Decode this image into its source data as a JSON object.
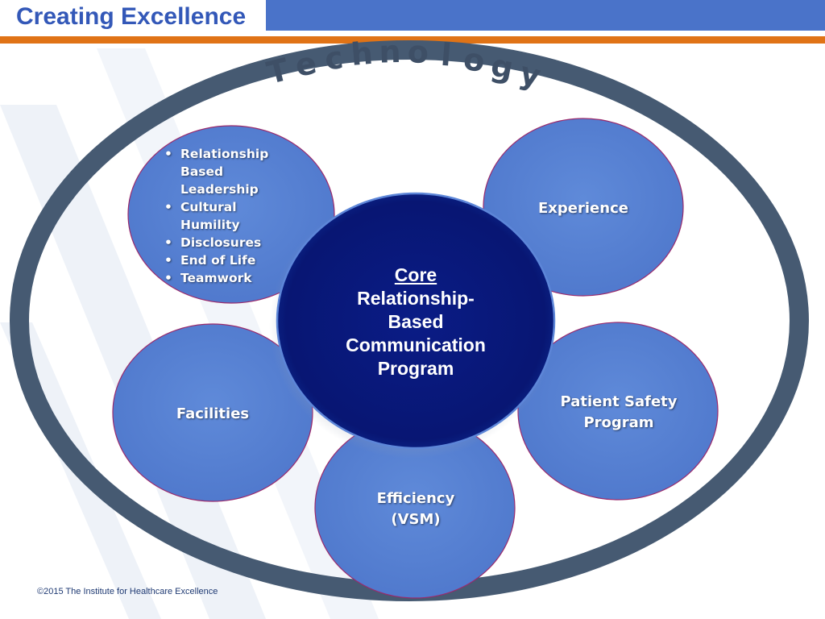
{
  "header": {
    "title": "Creating Excellence"
  },
  "ring": {
    "label_letters": [
      "T",
      "e",
      "c",
      "h",
      "n",
      "o",
      "l",
      "o",
      "g",
      "y"
    ]
  },
  "core": {
    "heading": "Core",
    "lines": [
      "Relationship-",
      "Based",
      "Communication",
      "Program"
    ]
  },
  "bubbles": {
    "leadership": {
      "items": [
        "Relationship Based Leadership",
        "Cultural Humility",
        "Disclosures",
        "End of Life",
        "Teamwork"
      ]
    },
    "experience": {
      "label": "Experience"
    },
    "patient_safety": {
      "lines": [
        "Patient Safety",
        "Program"
      ]
    },
    "efficiency": {
      "lines": [
        "Efficiency",
        "(VSM)"
      ]
    },
    "facilities": {
      "label": "Facilities"
    }
  },
  "footer": {
    "copyright": "©2015 The Institute for Healthcare Excellence"
  },
  "colors": {
    "title_bar": "#4a73c9",
    "accent_orange": "#e07316",
    "ring": "#465a72",
    "bubble": "#5b84d6",
    "core": "#0a1a7e"
  }
}
